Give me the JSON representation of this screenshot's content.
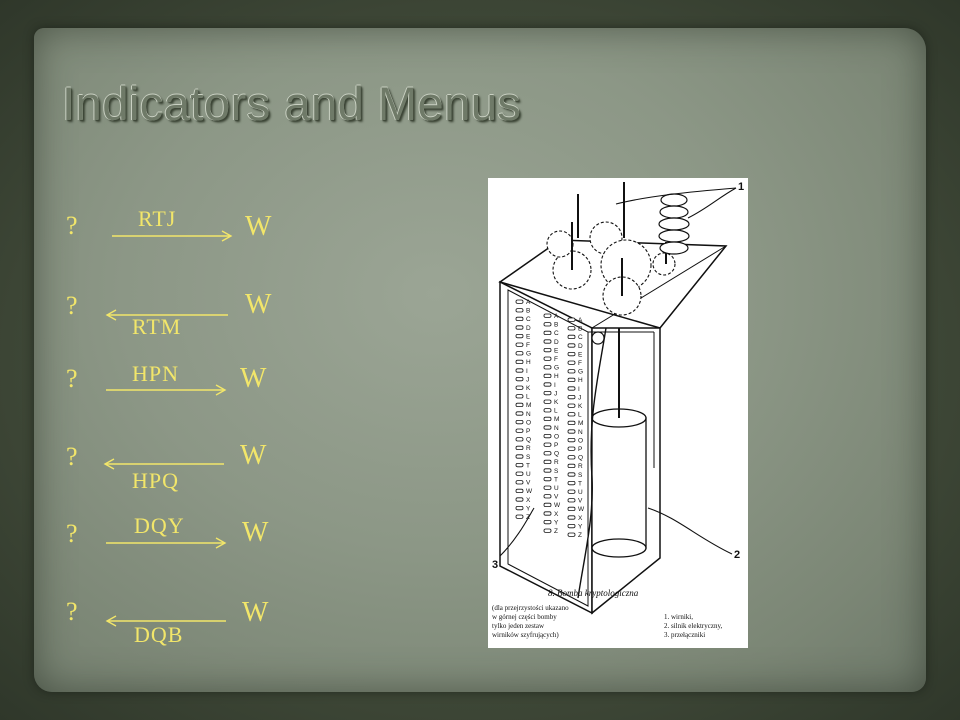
{
  "slide": {
    "title": "Indicators and Menus"
  },
  "groups": [
    {
      "top_left": "?",
      "top_right": "W",
      "mid_left": "",
      "mid_right": "",
      "bottom_left": "?",
      "bottom_right": "W",
      "forward_code": "RTJ",
      "back_code": "RTM"
    },
    {
      "top_left": "?",
      "top_right": "W",
      "mid_left": "",
      "mid_right": "",
      "bottom_left": "?",
      "bottom_right": "W",
      "forward_code": "HPN",
      "back_code": "HPQ"
    },
    {
      "top_left": "?",
      "top_right": "W",
      "mid_left": "",
      "mid_right": "",
      "bottom_left": "?",
      "bottom_right": "W",
      "forward_code": "DQY",
      "back_code": "DQB"
    }
  ],
  "figure": {
    "numbers": [
      "1",
      "2",
      "3"
    ],
    "caption": "8. Bomba kryptologiczna",
    "note_lines": [
      "(dla przejrzystości ukazano",
      "w górnej części bomby",
      "tylko jeden zestaw",
      "wirników szyfrujących)"
    ],
    "legend": [
      "1.  wirniki,",
      "2.  silnik elektryczny,",
      "3.  przełączniki"
    ],
    "column_letters": [
      "A",
      "B",
      "C",
      "D",
      "E",
      "F",
      "G",
      "H",
      "I",
      "J",
      "K",
      "L",
      "M",
      "N",
      "O",
      "P",
      "Q",
      "R",
      "S",
      "T",
      "U",
      "V",
      "W",
      "X",
      "Y",
      "Z"
    ]
  },
  "colors": {
    "text_accent": "#f2e66a",
    "title": "#6f7a68",
    "slide_bg": "#8c9786",
    "frame_bg": "#3c4535"
  }
}
